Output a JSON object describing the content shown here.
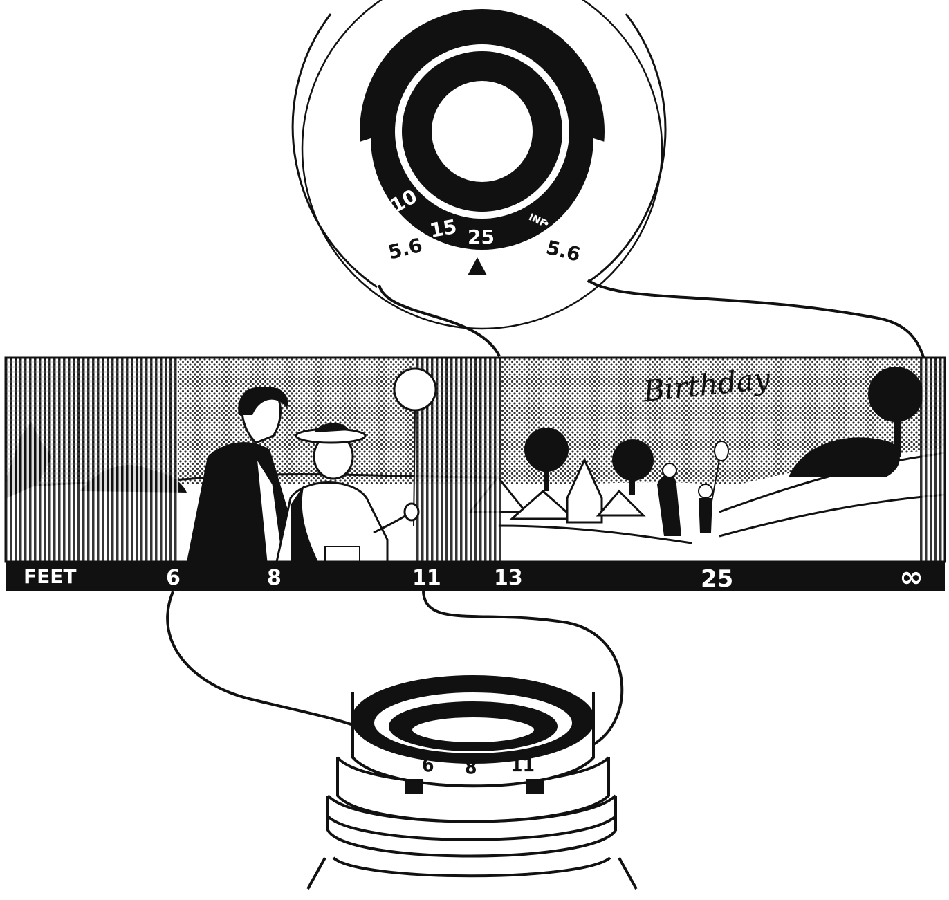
{
  "focus_dial": {
    "distance_marks": [
      "10",
      "15",
      "25",
      "INF"
    ],
    "aperture_marks": [
      "5.6",
      "5.6"
    ]
  },
  "distance_scale": {
    "unit_label": "FEET",
    "marks": [
      "6",
      "8",
      "11",
      "13",
      "25",
      "∞"
    ]
  },
  "lens_ring": {
    "marks": [
      "6",
      "8",
      "11"
    ]
  },
  "handwritten_note": "Birthday",
  "colors": {
    "ink": "#111111",
    "paper": "#ffffff",
    "sky_dots": "#555555"
  }
}
